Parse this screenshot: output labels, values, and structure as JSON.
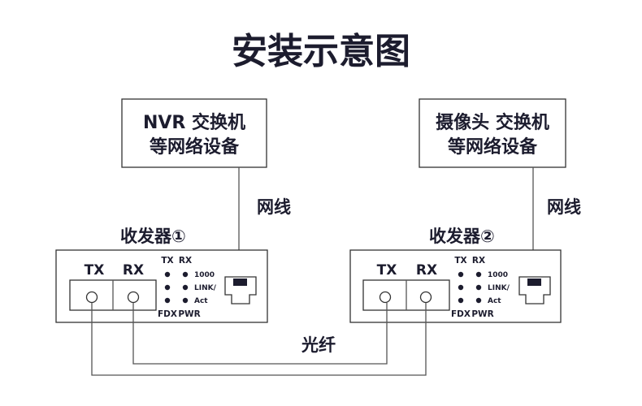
{
  "title": "安装示意图",
  "device_left": {
    "line1": "NVR 交换机",
    "line2": "等网络设备"
  },
  "device_right": {
    "line1": "摄像头 交换机",
    "line2": "等网络设备"
  },
  "cable_label_left": "网线",
  "cable_label_right": "网线",
  "transceiver_left": {
    "title": "收发器①",
    "tx": "TX",
    "rx": "RX",
    "led_tx": "TX",
    "led_rx": "RX",
    "led_1000": "1000",
    "led_link": "LINK/",
    "led_act": "Act",
    "led_fdx": "FDX",
    "led_pwr": "PWR"
  },
  "transceiver_right": {
    "title": "收发器②",
    "tx": "TX",
    "rx": "RX",
    "led_tx": "TX",
    "led_rx": "RX",
    "led_1000": "1000",
    "led_link": "LINK/",
    "led_act": "Act",
    "led_fdx": "FDX",
    "led_pwr": "PWR"
  },
  "fiber_label": "光纤",
  "colors": {
    "ink": "#1c1c2e",
    "line": "#555555"
  }
}
